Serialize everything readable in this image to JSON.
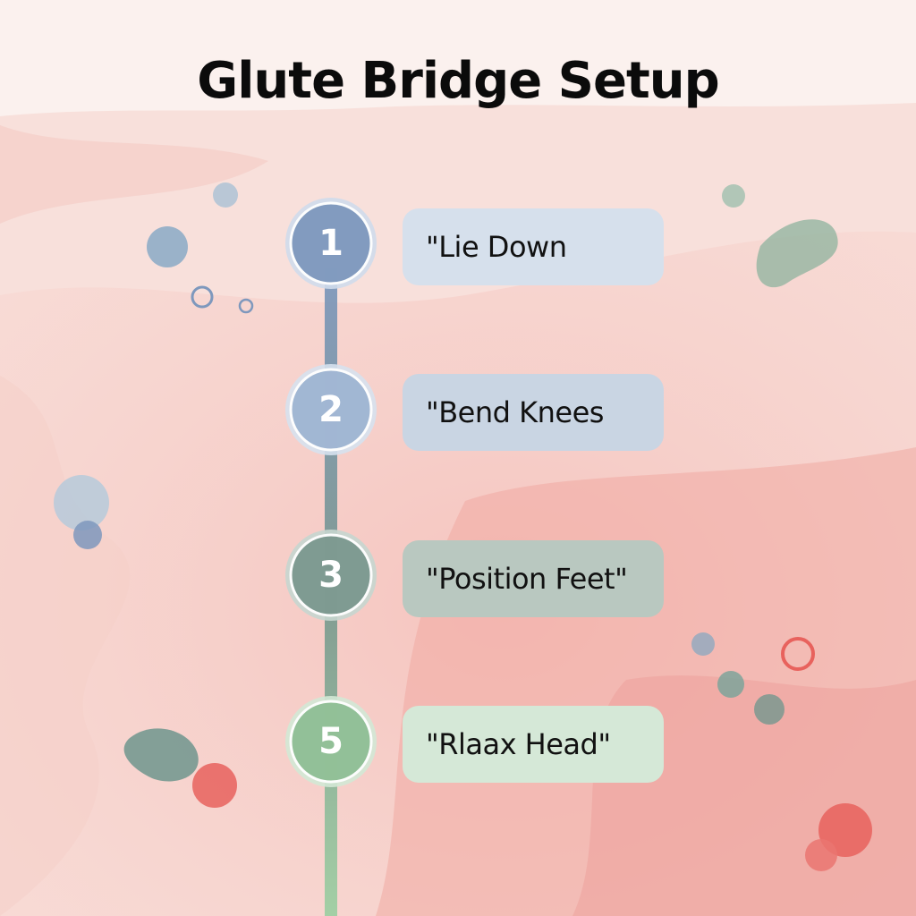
{
  "title": "Glute Bridge Setup",
  "steps": [
    {
      "number": "1",
      "label": "\"Lie Down",
      "color": "#7e98bd",
      "box_color": "#d6e0ec"
    },
    {
      "number": "2",
      "label": "\"Bend Knees",
      "color": "#9fb5d2",
      "box_color": "#c9d5e3"
    },
    {
      "number": "3",
      "label": "\"Position Feet\"",
      "color": "#7b988f",
      "box_color": "#b9c8c0"
    },
    {
      "number": "5",
      "label": "\"Rlaax Head\"",
      "color": "#8fbf95",
      "box_color": "#d5e8d7"
    }
  ],
  "colors": {
    "background": "#fbf1ee",
    "watercolor": "#f2b8b2",
    "blue_accent": "#7e98bd",
    "green_accent": "#8fbf95",
    "red_accent": "#e8625d"
  }
}
